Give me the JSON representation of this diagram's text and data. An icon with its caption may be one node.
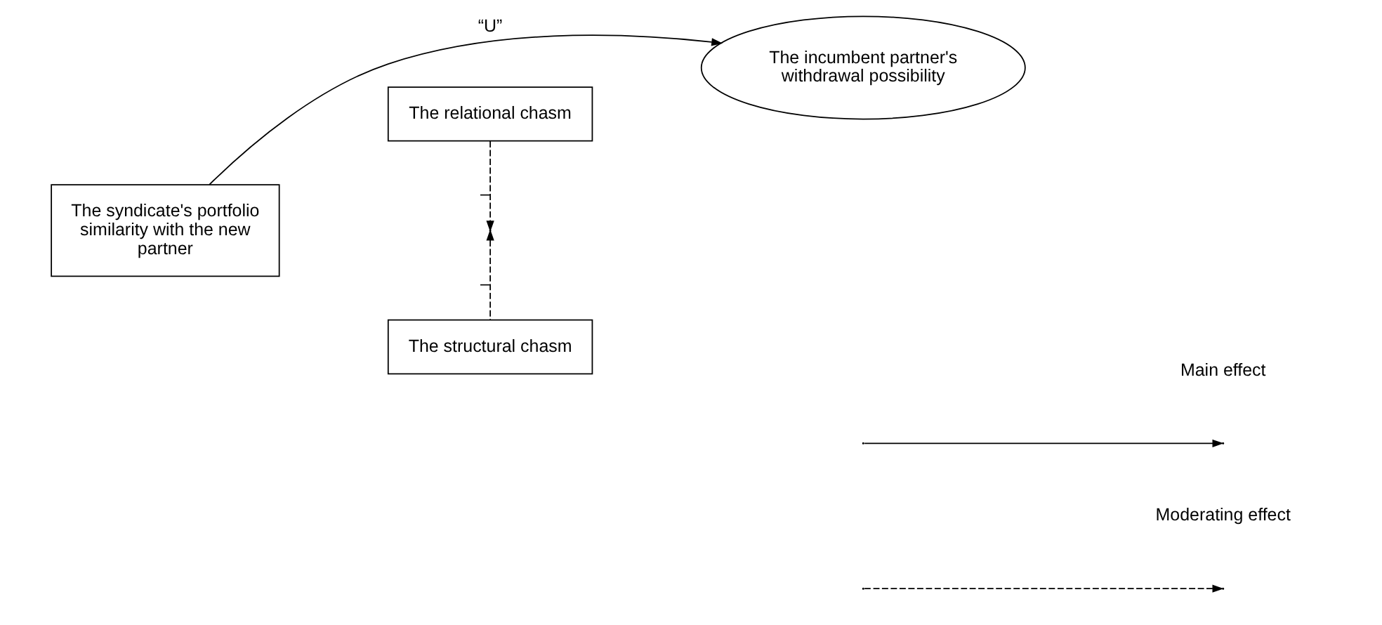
{
  "diagram": {
    "nodes": [
      {
        "text": [
          "The relational chasm"
        ]
      },
      {
        "text": [
          "The syndicate's portfolio similarity with the new partner"
        ]
      },
      {
        "text": [
          "The incumbent partner's withdrawal possibility"
        ]
      },
      {
        "text": [
          "The structural chasm"
        ]
      }
    ],
    "edges": [
      {
        "from": 1,
        "to": 2,
        "arrow": "to",
        "label": "“U”"
      },
      {
        "from": 0,
        "to": null,
        "arrow": "to",
        "style": "dashed",
        "label": "–"
      },
      {
        "from": 3,
        "to": null,
        "arrow": "to",
        "style": "dashed",
        "label": "–"
      }
    ],
    "legend": [
      {
        "text": "Main effect"
      },
      {
        "text": "Moderating effect"
      }
    ]
  }
}
